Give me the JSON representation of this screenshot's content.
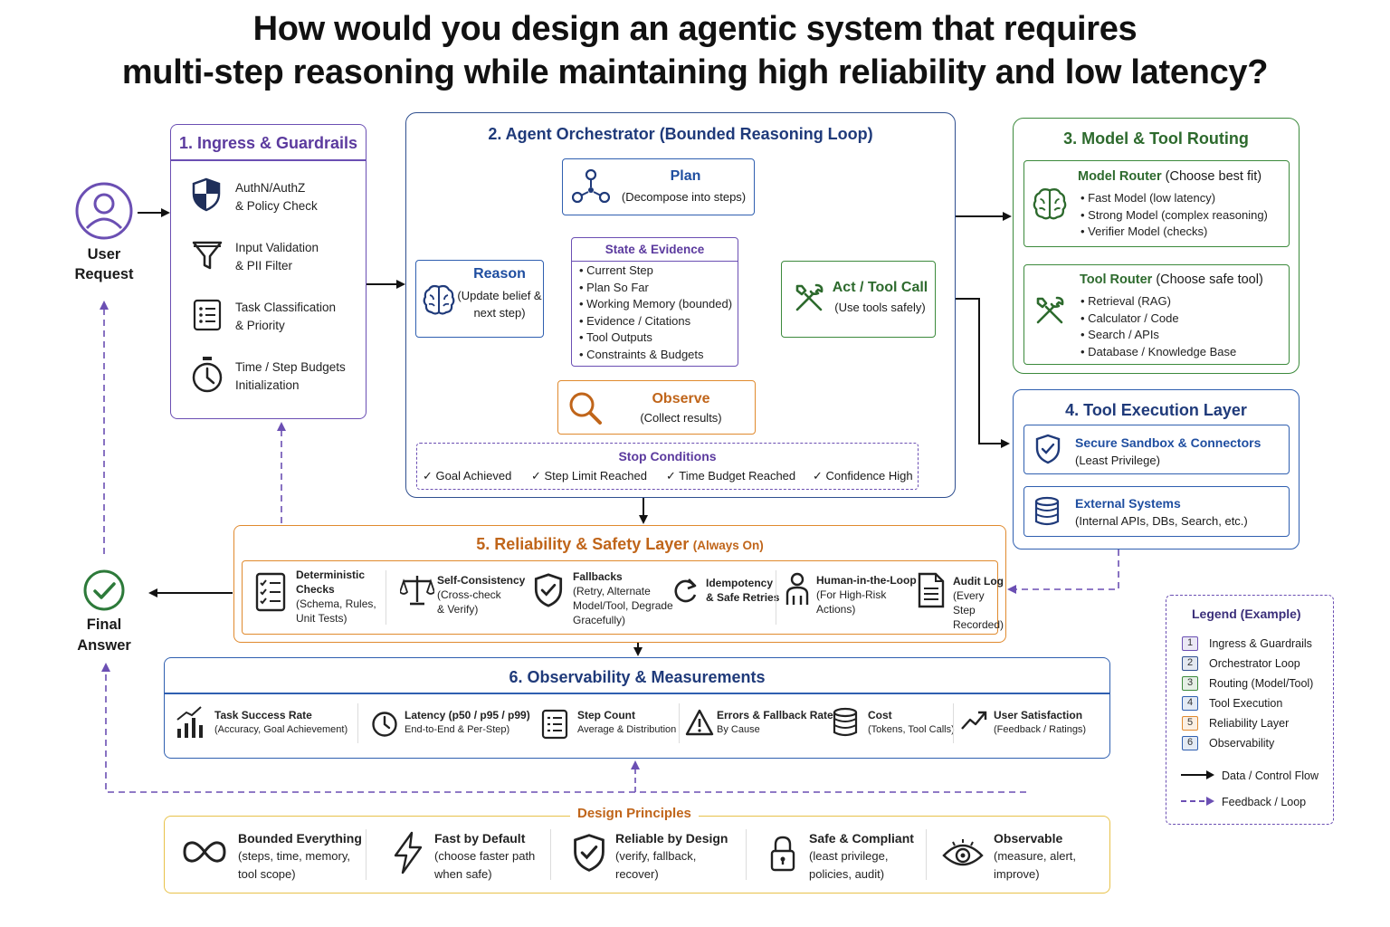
{
  "title": {
    "line1": "How would you design an agentic system that requires",
    "line2": "multi-step reasoning while maintaining high reliability and low latency?"
  },
  "user": {
    "line1": "User",
    "line2": "Request"
  },
  "final": {
    "line1": "Final",
    "line2": "Answer"
  },
  "ingress": {
    "title": "1. Ingress & Guardrails",
    "items": [
      {
        "icon": "shield-icon",
        "l1": "AuthN/AuthZ",
        "l2": "& Policy Check"
      },
      {
        "icon": "funnel-icon",
        "l1": "Input Validation",
        "l2": "& PII Filter"
      },
      {
        "icon": "checklist-icon",
        "l1": "Task Classification",
        "l2": "& Priority"
      },
      {
        "icon": "stopwatch-icon",
        "l1": "Time / Step Budgets",
        "l2": "Initialization"
      }
    ]
  },
  "orchestrator": {
    "title": "2. Agent Orchestrator (Bounded Reasoning Loop)",
    "plan": {
      "title": "Plan",
      "sub": "(Decompose into steps)"
    },
    "reason": {
      "title": "Reason",
      "sub1": "(Update belief &",
      "sub2": "next step)"
    },
    "act": {
      "title": "Act / Tool Call",
      "sub": "(Use tools safely)"
    },
    "observe": {
      "title": "Observe",
      "sub": "(Collect results)"
    },
    "state": {
      "title": "State & Evidence",
      "items": [
        "Current Step",
        "Plan So Far",
        "Working Memory (bounded)",
        "Evidence / Citations",
        "Tool Outputs",
        "Constraints & Budgets"
      ]
    },
    "stop": {
      "title": "Stop Conditions",
      "items": [
        "✓ Goal Achieved",
        "✓ Step Limit Reached",
        "✓ Time Budget Reached",
        "✓ Confidence High"
      ]
    }
  },
  "routing": {
    "title": "3. Model & Tool Routing",
    "model": {
      "title": "Model Router",
      "hint": "(Choose best fit)",
      "items": [
        "Fast Model (low latency)",
        "Strong Model (complex reasoning)",
        "Verifier Model (checks)"
      ]
    },
    "tool": {
      "title": "Tool Router",
      "hint": "(Choose safe tool)",
      "items": [
        "Retrieval (RAG)",
        "Calculator / Code",
        "Search / APIs",
        "Database / Knowledge Base"
      ]
    }
  },
  "execution": {
    "title": "4. Tool Execution Layer",
    "sandbox": {
      "title": "Secure Sandbox & Connectors",
      "sub": "(Least Privilege)"
    },
    "external": {
      "title": "External Systems",
      "sub": "(Internal APIs, DBs, Search, etc.)"
    }
  },
  "reliability": {
    "title": "5. Reliability & Safety Layer",
    "hint": "(Always On)",
    "items": [
      {
        "icon": "checklist-icon",
        "lines": [
          "Deterministic",
          "Checks",
          "(Schema, Rules,",
          "Unit Tests)"
        ]
      },
      {
        "icon": "scale-icon",
        "lines": [
          "Self-Consistency",
          "(Cross-check",
          "& Verify)"
        ]
      },
      {
        "icon": "shield-check-icon",
        "lines": [
          "Fallbacks",
          "(Retry, Alternate",
          "Model/Tool, Degrade",
          "Gracefully)"
        ]
      },
      {
        "icon": "retry-icon",
        "lines": [
          "Idempotency",
          "& Safe Retries"
        ]
      },
      {
        "icon": "person-icon",
        "lines": [
          "Human-in-the-Loop",
          "(For High-Risk",
          "Actions)"
        ]
      },
      {
        "icon": "document-icon",
        "lines": [
          "Audit Log",
          "(Every Step",
          "Recorded)"
        ]
      }
    ]
  },
  "observability": {
    "title": "6. Observability & Measurements",
    "items": [
      {
        "icon": "bar-chart-icon",
        "l1": "Task Success Rate",
        "l2": "(Accuracy, Goal Achievement)"
      },
      {
        "icon": "clock-icon",
        "l1": "Latency (p50 / p95 / p99)",
        "l2": "End-to-End & Per-Step)"
      },
      {
        "icon": "list-icon",
        "l1": "Step Count",
        "l2": "Average & Distribution"
      },
      {
        "icon": "warning-icon",
        "l1": "Errors & Fallback Rate",
        "l2": "By Cause"
      },
      {
        "icon": "coins-icon",
        "l1": "Cost",
        "l2": "(Tokens, Tool Calls)"
      },
      {
        "icon": "trend-icon",
        "l1": "User Satisfaction",
        "l2": "(Feedback / Ratings)"
      }
    ]
  },
  "principles": {
    "title": "Design Principles",
    "items": [
      {
        "icon": "infinity-icon",
        "title": "Bounded Everything",
        "l1": "(steps, time, memory,",
        "l2": "tool scope)"
      },
      {
        "icon": "lightning-icon",
        "title": "Fast by Default",
        "l1": "(choose faster path",
        "l2": "when safe)"
      },
      {
        "icon": "shield-check-icon",
        "title": "Reliable by Design",
        "l1": "(verify, fallback,",
        "l2": "recover)"
      },
      {
        "icon": "padlock-icon",
        "title": "Safe & Compliant",
        "l1": "(least privilege,",
        "l2": "policies, audit)"
      },
      {
        "icon": "eye-icon",
        "title": "Observable",
        "l1": "(measure, alert,",
        "l2": "improve)"
      }
    ]
  },
  "legend": {
    "title": "Legend (Example)",
    "items": [
      {
        "num": "1",
        "label": "Ingress & Guardrails",
        "color": "#6b4fb3"
      },
      {
        "num": "2",
        "label": "Orchestrator Loop",
        "color": "#2f4f8f"
      },
      {
        "num": "3",
        "label": "Routing (Model/Tool)",
        "color": "#3c8a3c"
      },
      {
        "num": "4",
        "label": "Tool Execution",
        "color": "#2f5fb0"
      },
      {
        "num": "5",
        "label": "Reliability Layer",
        "color": "#e08a2e"
      },
      {
        "num": "6",
        "label": "Observability",
        "color": "#2f5fb0"
      }
    ],
    "solid": "Data / Control Flow",
    "dashed": "Feedback / Loop"
  },
  "colors": {
    "purple": "#6b4fb3",
    "navy": "#2f4f8f",
    "green": "#3c8a3c",
    "blue": "#2f5fb0",
    "orange": "#e08a2e",
    "gold": "#e8c24a"
  }
}
